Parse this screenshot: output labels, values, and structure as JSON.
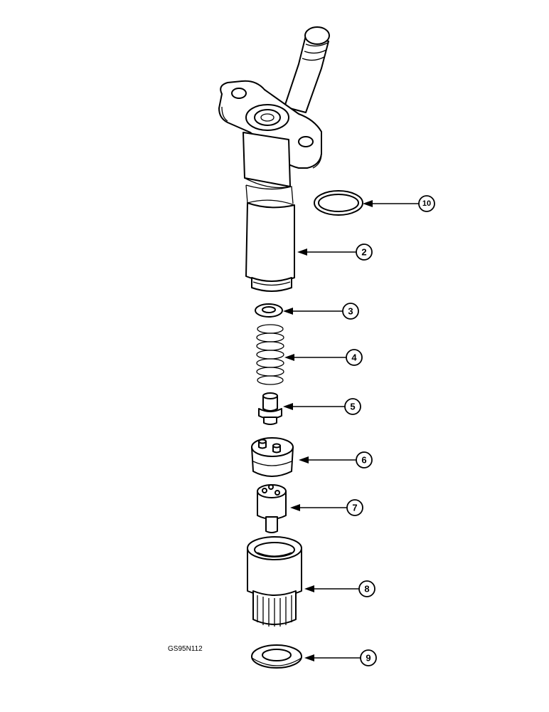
{
  "diagram": {
    "drawing_code": "GS95N112",
    "callouts": [
      "10",
      "2",
      "3",
      "4",
      "5",
      "6",
      "7",
      "8",
      "9"
    ]
  }
}
